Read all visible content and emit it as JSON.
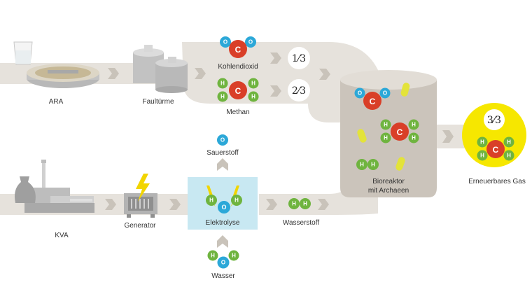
{
  "colors": {
    "pipe": "#e6e2dc",
    "arrow": "#c9c3ba",
    "reactor_fill": "#cbc4bb",
    "reactor_top": "#e2ddd6",
    "carbon": "#d93f28",
    "oxygen": "#2ca8d8",
    "hydrogen": "#6fb43f",
    "electrolysis_bg": "#c8e8f2",
    "output_glow": "#f6e700",
    "archaea": "#e3e33a"
  },
  "labels": {
    "ara": "ARA",
    "faultuerme": "Faultürme",
    "kohlendioxid": "Kohlendioxid",
    "methan": "Methan",
    "kva": "KVA",
    "generator": "Generator",
    "elektrolyse": "Elektrolyse",
    "sauerstoff": "Sauerstoff",
    "wasser": "Wasser",
    "wasserstoff": "Wasserstoff",
    "bioreaktor_1": "Bioreaktor",
    "bioreaktor_2": "mit Archaeen",
    "erneuerbares_gas": "Erneuerbares Gas"
  },
  "fractions": {
    "co2_share": "1⁄3",
    "methane_share": "2⁄3",
    "output_share": "3⁄3"
  },
  "atoms": {
    "c": "C",
    "o": "O",
    "h": "H"
  },
  "icons": {
    "water_glass": "water-glass-icon",
    "clarifier": "clarifier-basin-icon",
    "digester_towers": "digester-towers-icon",
    "incinerator": "incinerator-plant-icon",
    "trash_bag": "trash-bag-icon",
    "generator": "generator-icon",
    "lightning": "lightning-bolt-icon"
  }
}
